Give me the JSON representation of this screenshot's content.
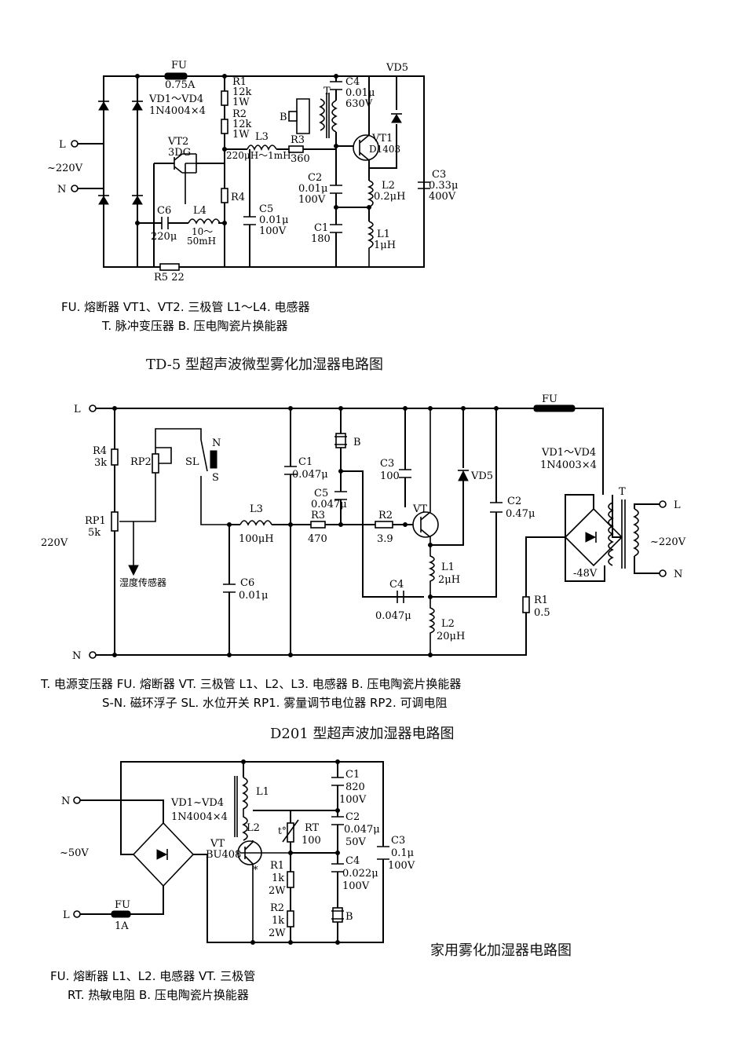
{
  "diagram1": {
    "title": "TD-5 型超声波微型雾化加湿器电路图",
    "legend_line1": "FU. 熔断器    VT1、VT2. 三极管    L1～L4. 电感器",
    "legend_line2": "T. 脉冲变压器    B. 压电陶瓷片换能器",
    "labels": {
      "fu": "FU",
      "fu_val": "0.75A",
      "vd": "VD1～VD4",
      "vd_val": "1N4004×4",
      "l": "L",
      "n": "N",
      "ac": "~220V",
      "r1": "R1",
      "r1_v": "12k",
      "r1_w": "1W",
      "r2": "R2",
      "r2_v": "12k",
      "r2_w": "1W",
      "vt2": "VT2",
      "vt2_t": "3DG",
      "l3": "L3",
      "l3_v": "220μH～1mH",
      "r3": "R3",
      "r3_v": "360",
      "r4": "R4",
      "c6": "C6",
      "c6_v": "220μ",
      "l4": "L4",
      "l4_v1": "10～",
      "l4_v2": "50mH",
      "c5": "C5",
      "c5_v1": "0.01μ",
      "c5_v2": "100V",
      "r5": "R5 22",
      "t": "T",
      "b": "B",
      "c4": "C4",
      "c4_v1": "0.01μ",
      "c4_v2": "630V",
      "vd5": "VD5",
      "vt1": "VT1",
      "vt1_t": "D1403",
      "c2": "C2",
      "c2_v1": "0.01μ",
      "c2_v2": "100V",
      "c1": "C1",
      "c1_v": "180",
      "l2": "L2",
      "l2_v": "0.2μH",
      "l1": "L1",
      "l1_v": "1μH",
      "c3": "C3",
      "c3_v1": "0.33μ",
      "c3_v2": "400V"
    }
  },
  "diagram2": {
    "title": "D201 型超声波加湿器电路图",
    "legend_line1": "T. 电源变压器    FU. 熔断器    VT. 三极管    L1、L2、L3. 电感器    B. 压电陶瓷片换能器",
    "legend_line2": "S-N. 磁环浮子    SL. 水位开关    RP1. 雾量调节电位器    RP2. 可调电阻",
    "labels": {
      "l": "L",
      "n": "N",
      "ac": "220V",
      "r4": "R4",
      "r4_v": "3k",
      "rp2": "RP2",
      "sl": "SL",
      "s": "S",
      "nn": "N",
      "rp1": "RP1",
      "rp1_v": "5k",
      "sensor": "湿度传感器",
      "c1": "C1",
      "c1_v": "0.047μ",
      "b": "B",
      "c5": "C5",
      "c5_v": "0.047μ",
      "c3": "C3",
      "c3_v": "100",
      "vd5": "VD5",
      "c2": "C2",
      "c2_v": "0.47μ",
      "l3": "L3",
      "l3_v": "100μH",
      "r3": "R3",
      "r3_v": "470",
      "r2": "R2",
      "r2_v": "3.9",
      "vt": "VT",
      "c6": "C6",
      "c6_v": "0.01μ",
      "l1": "L1",
      "l1_v": "2μH",
      "c4": "C4",
      "c4_v": "0.047μ",
      "l2": "L2",
      "l2_v": "20μH",
      "fu": "FU",
      "vd": "VD1～VD4",
      "vd_val": "1N4003×4",
      "t": "T",
      "tl": "L",
      "tn": "N",
      "tac": "~220V",
      "v48": "-48V",
      "r1": "R1",
      "r1_v": "0.5"
    }
  },
  "diagram3": {
    "title": "家用雾化加湿器电路图",
    "legend_line1": "FU. 熔断器    L1、L2. 电感器    VT. 三极管",
    "legend_line2": "RT. 热敏电阻    B. 压电陶瓷片换能器",
    "labels": {
      "n": "N",
      "l": "L",
      "ac": "~50V",
      "vd": "VD1~VD4",
      "vd_val": "1N4004×4",
      "fu": "FU",
      "fu_val": "1A",
      "l1": "L1",
      "l2": "L2",
      "vt": "VT",
      "vt_t": "BU408",
      "rt": "RT",
      "rt_v": "100",
      "t": "t°",
      "r1": "R1",
      "r1_v": "1k",
      "r1_w": "2W",
      "r2": "R2",
      "r2_v": "1k",
      "r2_w": "2W",
      "c1": "C1",
      "c1_v1": "820",
      "c1_v2": "100V",
      "c2": "C2",
      "c2_v1": "0.047μ",
      "c2_v2": "50V",
      "c3": "C3",
      "c3_v1": "0.1μ",
      "c3_v2": "100V",
      "c4": "C4",
      "c4_v1": "0.022μ",
      "c4_v2": "100V",
      "b": "B"
    }
  }
}
